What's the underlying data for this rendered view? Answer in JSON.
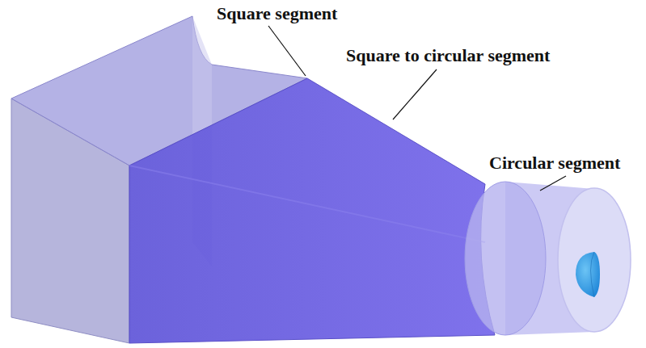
{
  "diagram": {
    "labels": [
      "Square segment",
      "Square to circular segment",
      "Circular segment"
    ]
  }
}
